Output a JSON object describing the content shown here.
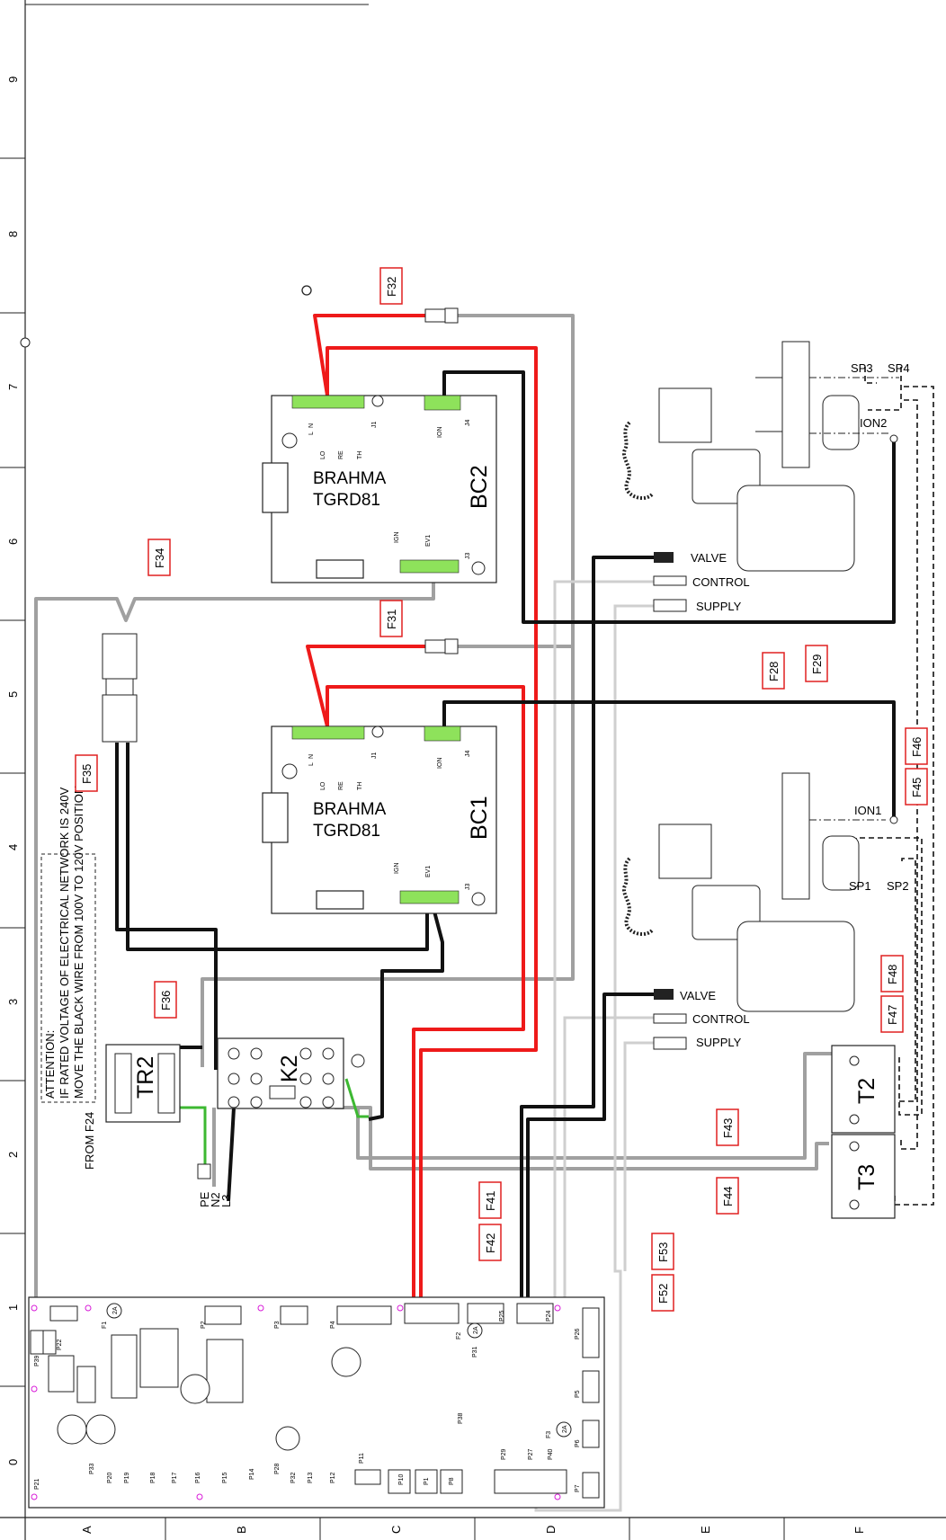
{
  "grid": {
    "row_labels": [
      "9",
      "8",
      "7",
      "6",
      "5",
      "4",
      "3",
      "2",
      "1",
      "0"
    ],
    "column_labels": [
      "A",
      "B",
      "C",
      "D",
      "E",
      "F"
    ]
  },
  "boards": {
    "bc2": {
      "brand": "BRAHMA",
      "model": "TGRD81",
      "id": "BC2"
    },
    "bc1": {
      "brand": "BRAHMA",
      "model": "TGRD81",
      "id": "BC1"
    }
  },
  "board_pins": {
    "l": "L",
    "n": "N",
    "lo": "LO",
    "re": "RE",
    "th": "TH",
    "ion": "ION",
    "ign": "IGN",
    "ev1": "EV1",
    "j1": "J1",
    "j3": "J3",
    "j4": "J4"
  },
  "wire_tags": [
    "F32",
    "F34",
    "F31",
    "F35",
    "F36",
    "F28",
    "F29",
    "F46",
    "F45",
    "F48",
    "F47",
    "F43",
    "F44",
    "F41",
    "F42",
    "F53",
    "F52"
  ],
  "connector_labels": {
    "valve": "VALVE",
    "control": "CONTROL",
    "supply": "SUPPLY"
  },
  "burner_labels": {
    "sp3": "SP3",
    "sp4": "SP4",
    "ion2": "ION2",
    "ion1": "ION1",
    "sp1": "SP1",
    "sp2": "SP2"
  },
  "components": {
    "k2": "K2",
    "tr2": "TR2",
    "t2": "T2",
    "t3": "T3"
  },
  "supply_labels": {
    "pe": "PE",
    "n2": "N2",
    "l3": "L3",
    "from": "FROM F24"
  },
  "attention": {
    "line1": "ATTENTION:",
    "line2": "IF RATED VOLTAGE OF ELECTRICAL NETWORK IS 240V",
    "line3": "MOVE THE BLACK WIRE FROM 100V TO 120V POSITION"
  },
  "main_board_pins": [
    "P21",
    "P22",
    "P39",
    "P33",
    "P20",
    "P19",
    "P18",
    "P17",
    "P16",
    "P15",
    "P14",
    "P28",
    "P32",
    "P13",
    "P12",
    "P11",
    "P10",
    "P1",
    "P8",
    "P2",
    "P3",
    "P4",
    "P38",
    "P29",
    "P27",
    "P40",
    "P7",
    "P6",
    "P5",
    "P26",
    "P31",
    "P25",
    "P24"
  ],
  "fuse_labels": {
    "f1": "F1",
    "f2": "F2",
    "f3": "F3",
    "rating": "2A"
  },
  "colors": {
    "red": "#ee1a1a",
    "black": "#111111",
    "grey": "#a0a0a0",
    "light_grey": "#cfcfcf",
    "green": "#3db832",
    "tag_border": "#e02020",
    "connector_green": "#8ee25b"
  }
}
